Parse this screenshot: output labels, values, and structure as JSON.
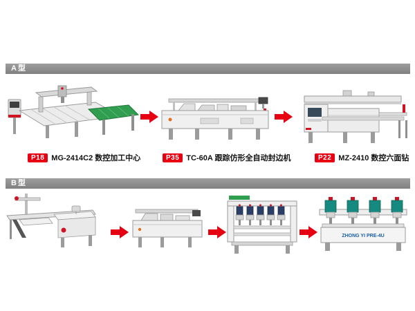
{
  "colors": {
    "accent_red": "#e60012",
    "section_bar_gray": "#8a8a8a",
    "conveyor_green": "#2f9e4f"
  },
  "sections": {
    "a": {
      "header": "A型",
      "labels": [
        {
          "code": "P18",
          "name": "MG-2414C2 数控加工中心"
        },
        {
          "code": "P35",
          "name": "TC-60A 跟踪仿形全自动封边机"
        },
        {
          "code": "P22",
          "name": "MZ-2410 数控六面钻"
        }
      ]
    },
    "b": {
      "header": "B型",
      "row_drill_brand_text": "ZHONG YI PRE-4U"
    }
  }
}
